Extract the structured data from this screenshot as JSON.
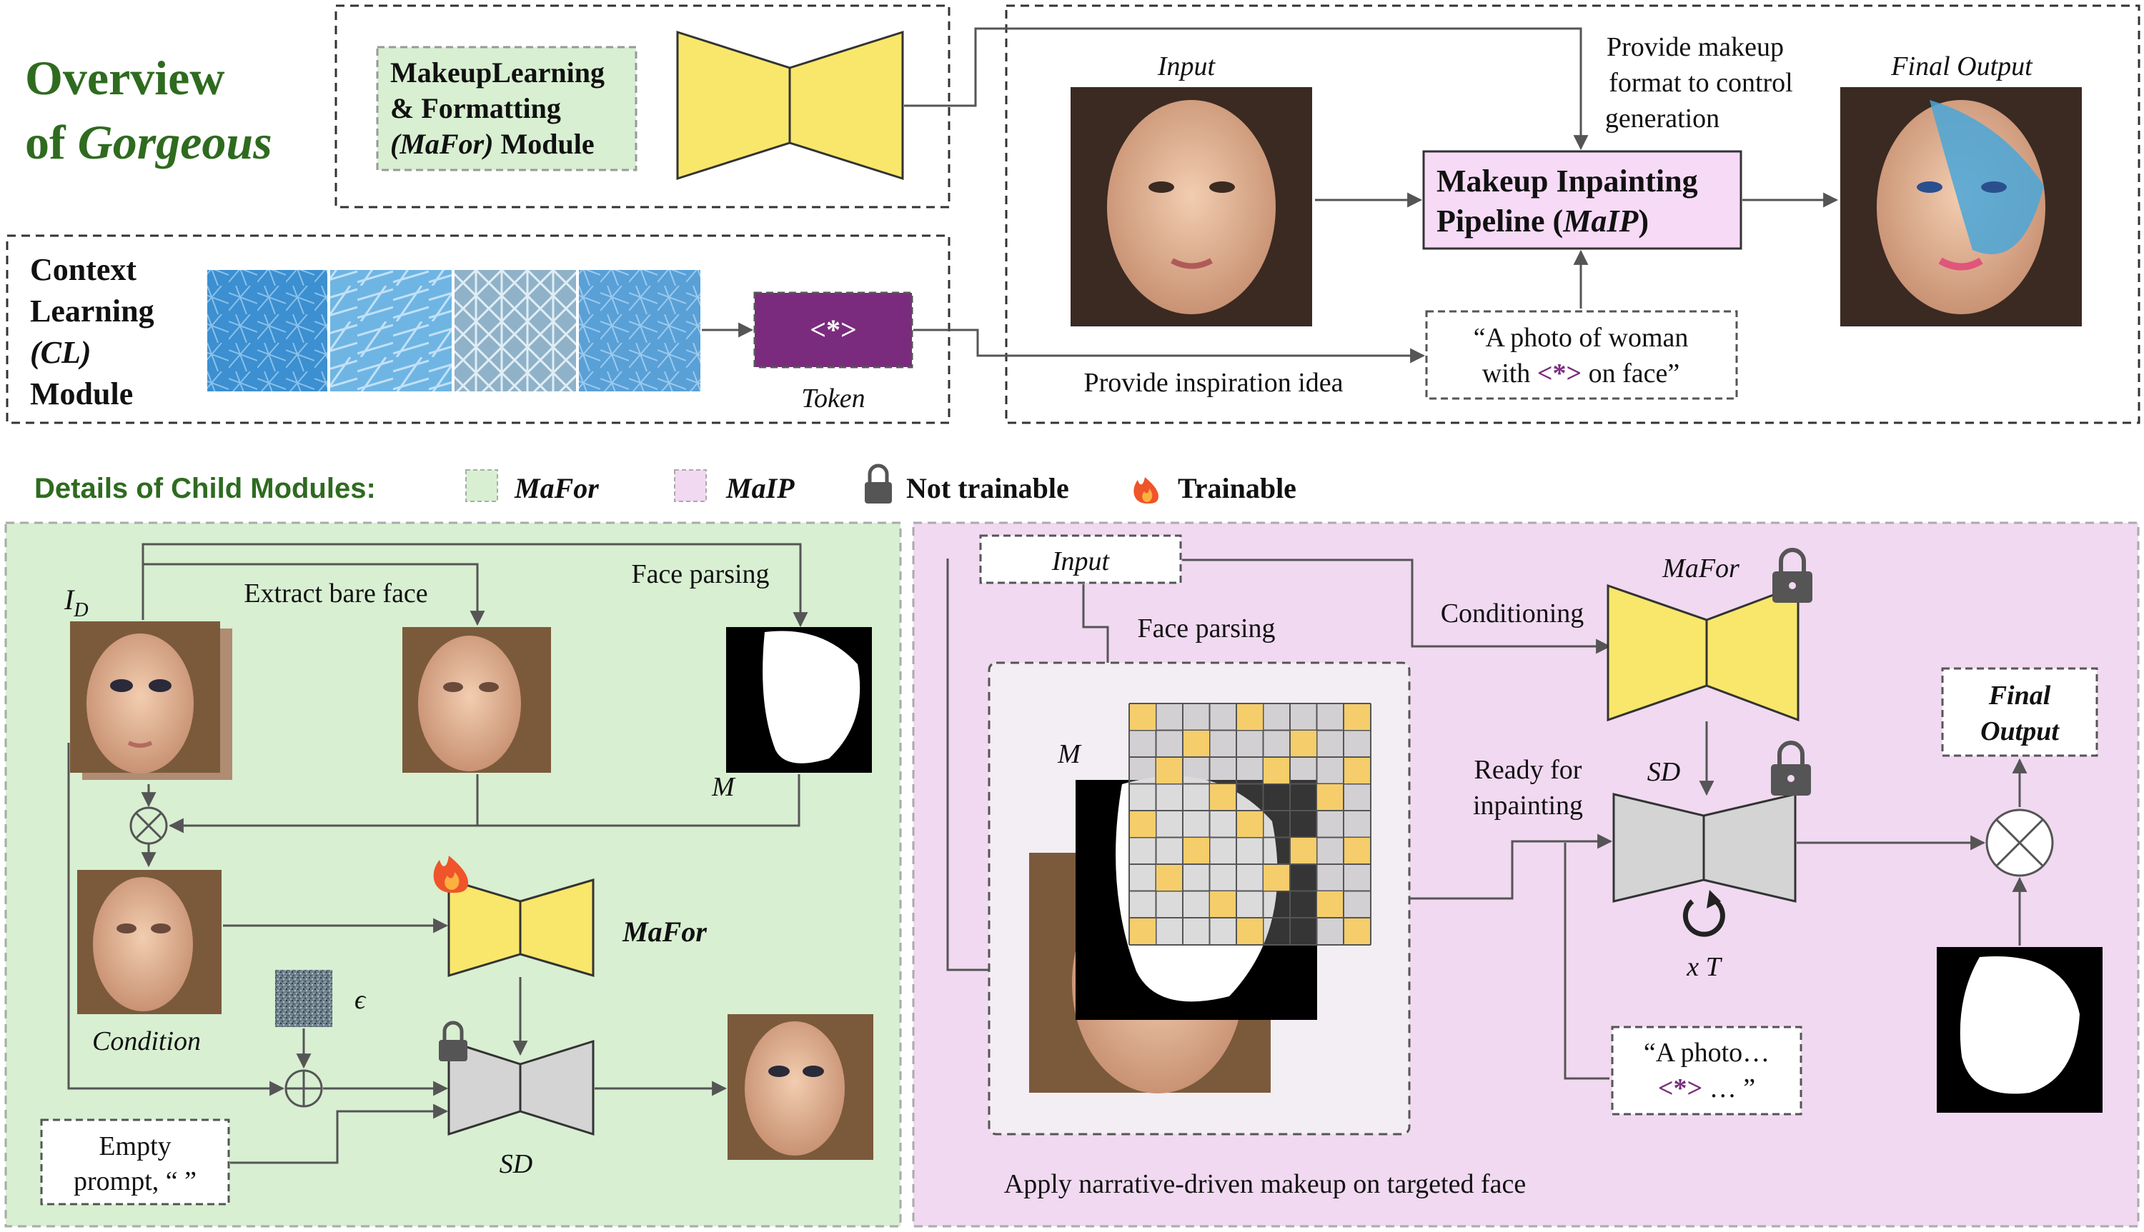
{
  "overview": {
    "title_line1": "Overview",
    "title_line2_prefix": "of ",
    "title_line2_italic": "Gorgeous"
  },
  "mafor_module": {
    "line1": "MakeupLearning",
    "line2": "& Formatting",
    "line3_italic": "(MaFor)",
    "line3_rest": " Module"
  },
  "cl_module": {
    "line1": "Context",
    "line2": "Learning",
    "line3": "(CL)",
    "line4": "Module",
    "token_symbol": "<*>",
    "token_label": "Token"
  },
  "pipeline": {
    "input_label": "Input",
    "final_output_label": "Final Output",
    "maip_line1": "Makeup Inpainting",
    "maip_line2_prefix": "Pipeline (",
    "maip_line2_italic": "MaIP",
    "maip_line2_suffix": ")",
    "provide_format_line1": "Provide makeup",
    "provide_format_line2": "format to control",
    "provide_format_line3": "generation",
    "provide_inspiration": "Provide inspiration idea",
    "prompt_line1": "“A photo of woman",
    "prompt_line2_prefix": "with ",
    "prompt_token": "<*>",
    "prompt_line2_suffix": " on face”"
  },
  "legend": {
    "title": "Details of Child Modules:",
    "mafor": "MaFor",
    "maip": "MaIP",
    "not_trainable": "Not trainable",
    "trainable": "Trainable"
  },
  "mafor_detail": {
    "id_label": "I",
    "id_sub": "D",
    "extract_bare_face": "Extract bare face",
    "face_parsing": "Face parsing",
    "mask_label": "M",
    "condition_label": "Condition",
    "mafor_label": "MaFor",
    "epsilon": "ϵ",
    "sd_label": "SD",
    "empty_prompt_line1": "Empty",
    "empty_prompt_line2": "prompt, “ ”"
  },
  "maip_detail": {
    "input_label": "Input",
    "face_parsing": "Face parsing",
    "conditioning": "Conditioning",
    "mafor_label": "MaFor",
    "mask_label": "M",
    "ready_line1": "Ready for",
    "ready_line2": "inpainting",
    "sd_label": "SD",
    "times_t": "x T",
    "final_output_line1": "Final",
    "final_output_line2": "Output",
    "prompt_line1": "“A photo…",
    "prompt_token": "<*>",
    "prompt_line2_suffix": " … ”",
    "caption": "Apply narrative-driven makeup on targeted face"
  },
  "colors": {
    "title_green": "#2e6b1f",
    "mafor_fill": "#d8efd2",
    "maip_fill": "#f1d9f1",
    "pipeline_box_fill": "#f6daf6",
    "yellow_net": "#f8e76b",
    "gray_net": "#d4d4d4",
    "token_purple": "#7b2b7d",
    "ice_blue": "#3c8fd0"
  }
}
